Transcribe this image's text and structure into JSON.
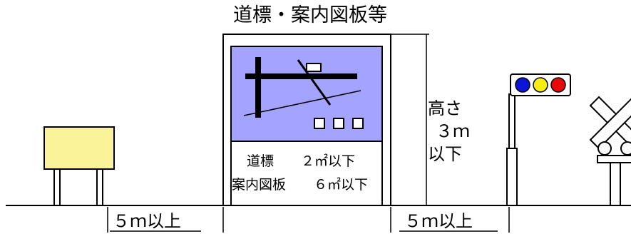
{
  "title": "道標・案内図板等",
  "height_label": [
    "高さ",
    "３ｍ",
    "以下"
  ],
  "sign_text": {
    "line1_name": "道標",
    "line1_limit": "２㎡以下",
    "line2_name": "案内図板",
    "line2_limit": "６㎡以下"
  },
  "distance_left": "５ｍ以上",
  "distance_right": "５ｍ以上",
  "colors": {
    "map_panel": "#a4a3ff",
    "small_board": "#fbf39a",
    "signal_blue": "#0a15d8",
    "signal_yellow": "#f6ee10",
    "signal_red": "#e80a0a",
    "line": "#000000"
  }
}
